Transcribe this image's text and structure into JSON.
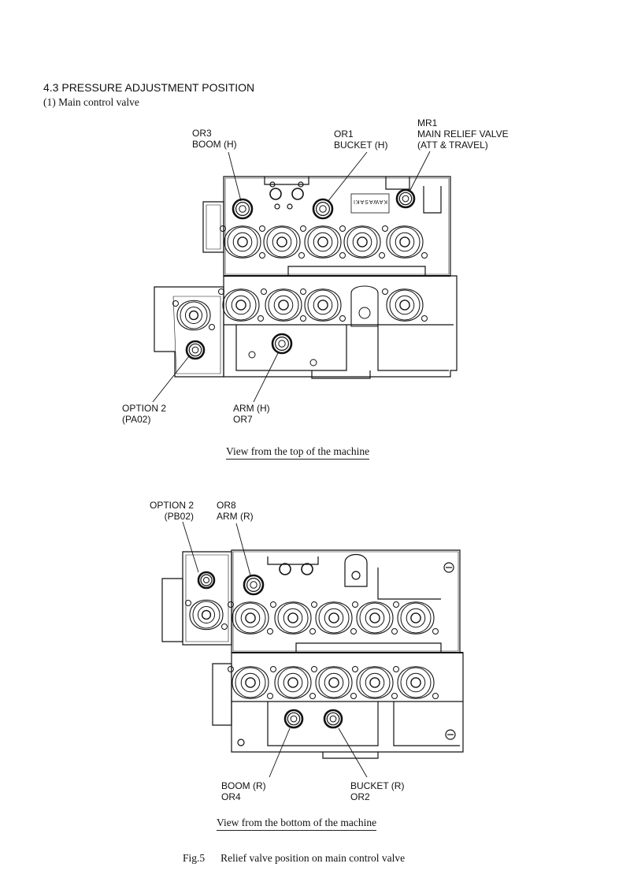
{
  "section": {
    "heading": "4.3  PRESSURE ADJUSTMENT POSITION",
    "subheading": "(1)   Main control valve"
  },
  "top_view": {
    "labels": {
      "or3": [
        "OR3",
        "BOOM (H)"
      ],
      "or1": [
        "OR1",
        "BUCKET (H)"
      ],
      "mr1": [
        "MR1",
        "MAIN RELIEF VALVE",
        "(ATT & TRAVEL)"
      ],
      "option2": [
        "OPTION 2",
        "(PA02)"
      ],
      "arm": [
        "ARM (H)",
        "OR7"
      ]
    },
    "nameplate": "KAWASAKI",
    "caption": "View from the top of the machine"
  },
  "bottom_view": {
    "labels": {
      "option2": [
        "OPTION 2",
        "(PB02)"
      ],
      "or8": [
        "OR8",
        "ARM (R)"
      ],
      "boom": [
        "BOOM (R)",
        "OR4"
      ],
      "bucket": [
        "BUCKET (R)",
        "OR2"
      ]
    },
    "caption": "View from the bottom of the machine"
  },
  "figure": {
    "number": "Fig.5",
    "title": "Relief valve position on main control valve"
  }
}
